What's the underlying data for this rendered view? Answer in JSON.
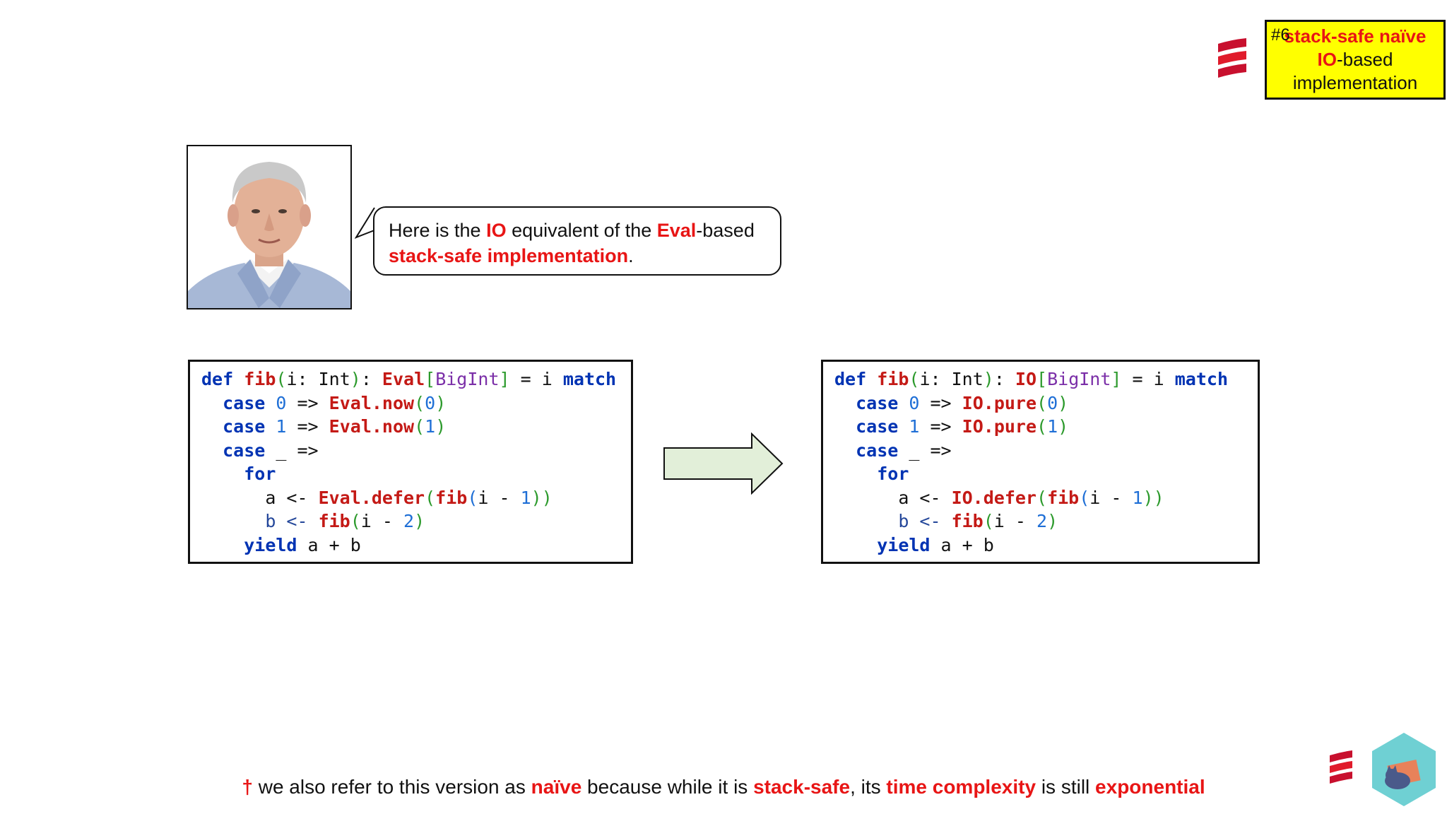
{
  "badge": {
    "number": "#6",
    "line1": "stack-safe naïve",
    "line2_red": "IO",
    "line2_rest": "-based",
    "line3": "implementation"
  },
  "bubble": {
    "t1": "Here is the ",
    "t2": "IO",
    "t3": " equivalent of the ",
    "t4": "Eval",
    "t5": "-based",
    "t6": "stack-safe implementation",
    "t7": "."
  },
  "code_left": {
    "l1": {
      "def": "def",
      "fib": "fib",
      "p1": "(",
      "i": "i: Int",
      "p2": ")",
      "colon": ": ",
      "eval": "Eval",
      "b1": "[",
      "bigint": "BigInt",
      "b2": "]",
      "rest": " = i ",
      "match": "match"
    },
    "l2": {
      "case": "case",
      "n": "0",
      "arrow": " => ",
      "call": "Eval.now",
      "p1": "(",
      "v": "0",
      "p2": ")"
    },
    "l3": {
      "case": "case",
      "n": "1",
      "arrow": " => ",
      "call": "Eval.now",
      "p1": "(",
      "v": "1",
      "p2": ")"
    },
    "l4": {
      "case": "case",
      "rest": " _ =>"
    },
    "l5": {
      "for": "for"
    },
    "l6": {
      "a": "a <- ",
      "call": "Eval.defer",
      "p1": "(",
      "fib": "fib",
      "p2": "(",
      "args": "i - ",
      "one": "1",
      "p3": "))"
    },
    "l7": {
      "b": "b <- ",
      "fib": "fib",
      "p1": "(",
      "args": "i - ",
      "two": "2",
      "p2": ")"
    },
    "l8": {
      "yield": "yield",
      "rest": " a + b"
    }
  },
  "code_right": {
    "l1": {
      "def": "def",
      "fib": "fib",
      "p1": "(",
      "i": "i: Int",
      "p2": ")",
      "colon": ": ",
      "io": "IO",
      "b1": "[",
      "bigint": "BigInt",
      "b2": "]",
      "rest": " = i ",
      "match": "match"
    },
    "l2": {
      "case": "case",
      "n": "0",
      "arrow": " => ",
      "call": "IO.pure",
      "p1": "(",
      "v": "0",
      "p2": ")"
    },
    "l3": {
      "case": "case",
      "n": "1",
      "arrow": " => ",
      "call": "IO.pure",
      "p1": "(",
      "v": "1",
      "p2": ")"
    },
    "l4": {
      "case": "case",
      "rest": " _ =>"
    },
    "l5": {
      "for": "for"
    },
    "l6": {
      "a": "a <- ",
      "call": "IO.defer",
      "p1": "(",
      "fib": "fib",
      "p2": "(",
      "args": "i - ",
      "one": "1",
      "p3": "))"
    },
    "l7": {
      "b": "b <- ",
      "fib": "fib",
      "p1": "(",
      "args": "i - ",
      "two": "2",
      "p2": ")"
    },
    "l8": {
      "yield": "yield",
      "rest": " a + b"
    }
  },
  "footnote": {
    "dagger": "†",
    "f1": " we also refer to this version as ",
    "f2": "naïve",
    "f3": " because while it is ",
    "f4": "stack-safe",
    "f5": ", its ",
    "f6": "time complexity",
    "f7": " is still ",
    "f8": "exponential"
  },
  "colors": {
    "accent_red": "#e81515",
    "badge_yellow": "#ffff00",
    "arrow_fill": "#e2efd9"
  }
}
